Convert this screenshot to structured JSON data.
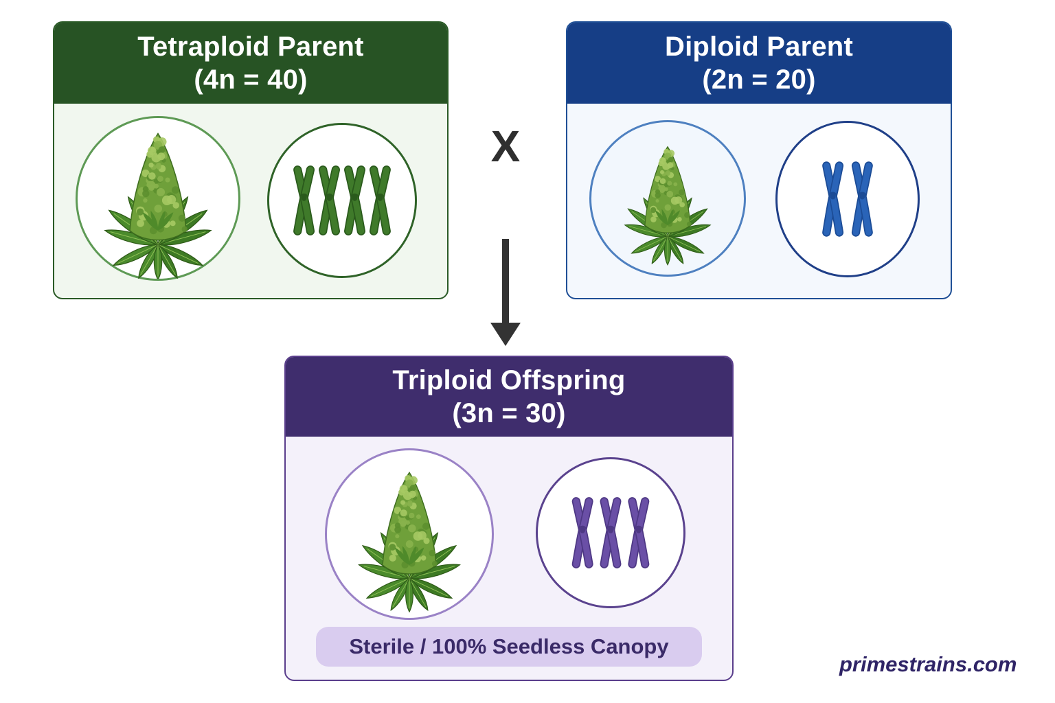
{
  "tetraploid": {
    "title": "Tetraploid Parent",
    "formula": "(4n = 40)",
    "chromosome_count": 4,
    "color": "#275324"
  },
  "diploid": {
    "title": "Diploid Parent",
    "formula": "(2n = 20)",
    "chromosome_count": 2,
    "color": "#163e86"
  },
  "cross": {
    "symbol": "X"
  },
  "triploid": {
    "title": "Triploid Offspring",
    "formula": "(3n = 30)",
    "chromosome_count": 3,
    "color": "#3f2d6d",
    "result": "Sterile / 100% Seedless Canopy"
  },
  "watermark": "primestrains.com",
  "icons": {
    "plant": "cannabis-plant-icon",
    "chromosome": "chromosome-icon",
    "arrow": "arrow-down-icon"
  }
}
